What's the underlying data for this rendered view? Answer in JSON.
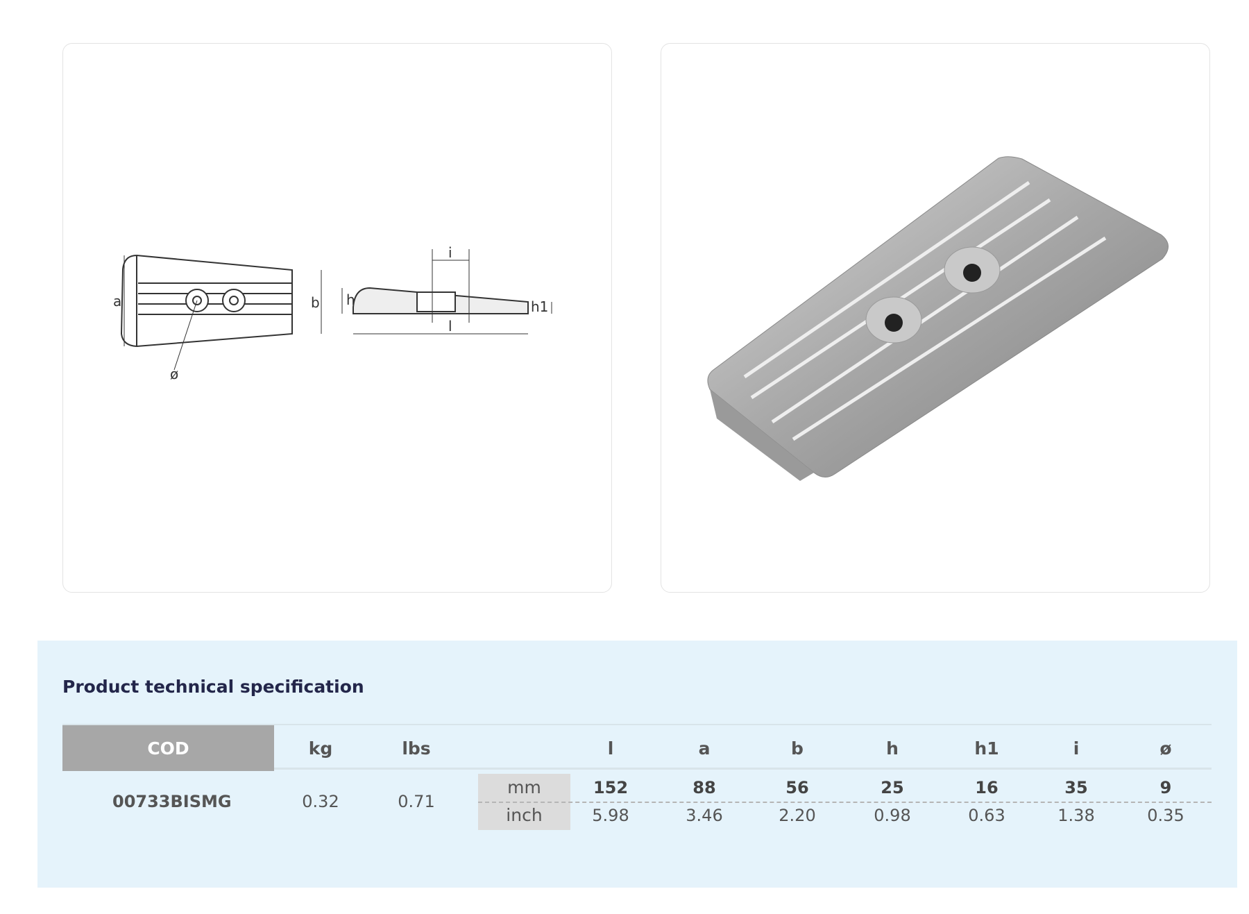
{
  "drawing": {
    "labels": {
      "a": "a",
      "b": "b",
      "h": "h",
      "h1": "h1",
      "i": "i",
      "l": "l",
      "dia": "ø"
    }
  },
  "spec": {
    "title": "Product technical specification",
    "headers": {
      "cod": "COD",
      "kg": "kg",
      "lbs": "lbs",
      "l": "l",
      "a": "a",
      "b": "b",
      "h": "h",
      "h1": "h1",
      "i": "i",
      "dia": "ø"
    },
    "row": {
      "cod": "00733BISMG",
      "kg": "0.32",
      "lbs": "0.71",
      "unit_mm": "mm",
      "unit_inch": "inch",
      "mm": {
        "l": "152",
        "a": "88",
        "b": "56",
        "h": "25",
        "h1": "16",
        "i": "35",
        "dia": "9"
      },
      "inch": {
        "l": "5.98",
        "a": "3.46",
        "b": "2.20",
        "h": "0.98",
        "h1": "0.63",
        "i": "1.38",
        "dia": "0.35"
      }
    }
  }
}
